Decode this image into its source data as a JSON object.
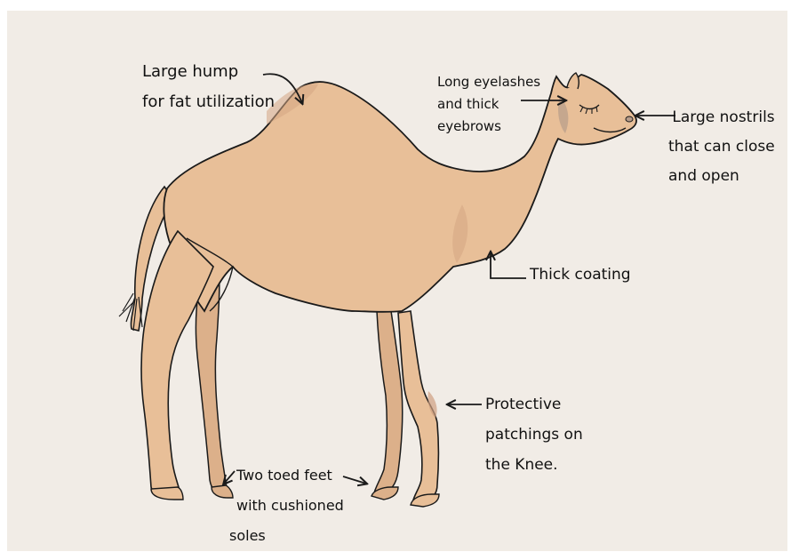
{
  "colors": {
    "background": "#f1ece6",
    "camel_fill": "#e8bf98",
    "camel_shadow": "#c9a48a",
    "outline": "#1a1a1a"
  },
  "labels": {
    "hump": {
      "line1": "Large hump",
      "line2": "for fat utilization"
    },
    "eyelashes": {
      "line1": "Long eyelashes",
      "line2": "and thick",
      "line3": "eyebrows"
    },
    "nostrils": {
      "line1": "Large nostrils",
      "line2": "that can close",
      "line3": "and open"
    },
    "coating": {
      "line1": "Thick coating"
    },
    "knee": {
      "line1": "Protective",
      "line2": "patchings on",
      "line3": "the Knee."
    },
    "feet": {
      "line1": "Two toed feet",
      "line2": "with cushioned",
      "line3": "soles"
    }
  },
  "icons": [
    "arrow-icon"
  ]
}
